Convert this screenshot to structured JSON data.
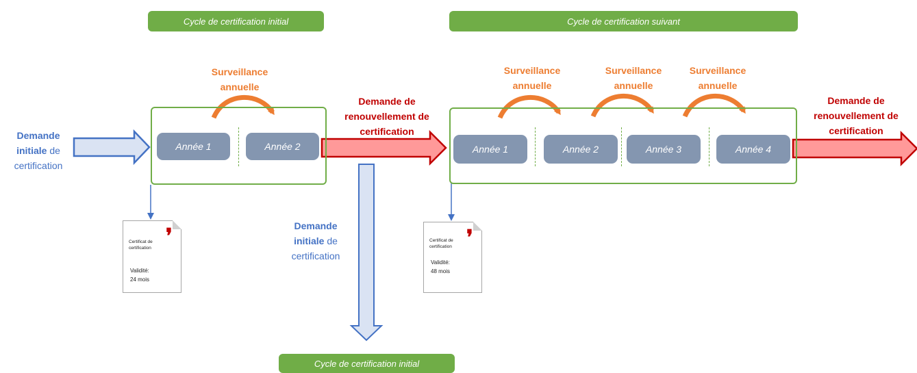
{
  "banners": {
    "initial_top": "Cycle de certification initial",
    "suivant": "Cycle de certification suivant",
    "initial_bottom": "Cycle de certification initial"
  },
  "left_request": {
    "bold1": "Demande",
    "bold2": "initiale",
    "suffix": "de",
    "line3": "certification"
  },
  "mid_request": {
    "bold1": "Demande",
    "bold2": "initiale",
    "suffix": "de",
    "line3": "certification"
  },
  "cycle1": {
    "years": [
      "Année 1",
      "Année 2"
    ],
    "surveillance": [
      "Surveillance annuelle"
    ]
  },
  "cycle2": {
    "years": [
      "Année 1",
      "Année 2",
      "Année 3",
      "Année 4"
    ],
    "surveillance": [
      "Surveillance annuelle",
      "Surveillance annuelle",
      "Surveillance annuelle"
    ]
  },
  "renewal": [
    {
      "line1": "Demande de",
      "line2": "renouvellement de",
      "line3": "certification"
    },
    {
      "line1": "Demande de",
      "line2": "renouvellement de",
      "line3": "certification"
    }
  ],
  "certificates": [
    {
      "title1": "Certificat de",
      "title2": "certification",
      "label": "Validité:",
      "duration": "24 mois"
    },
    {
      "title1": "Certificat de",
      "title2": "certification",
      "label": "Validité:",
      "duration": "48 mois"
    }
  ],
  "colors": {
    "green": "#70ad47",
    "year_fill": "#8496b0",
    "blue": "#4472c4",
    "blue_fill": "#dae3f3",
    "orange": "#ed7d31",
    "red": "#c00000",
    "red_fill": "#ff9999"
  }
}
